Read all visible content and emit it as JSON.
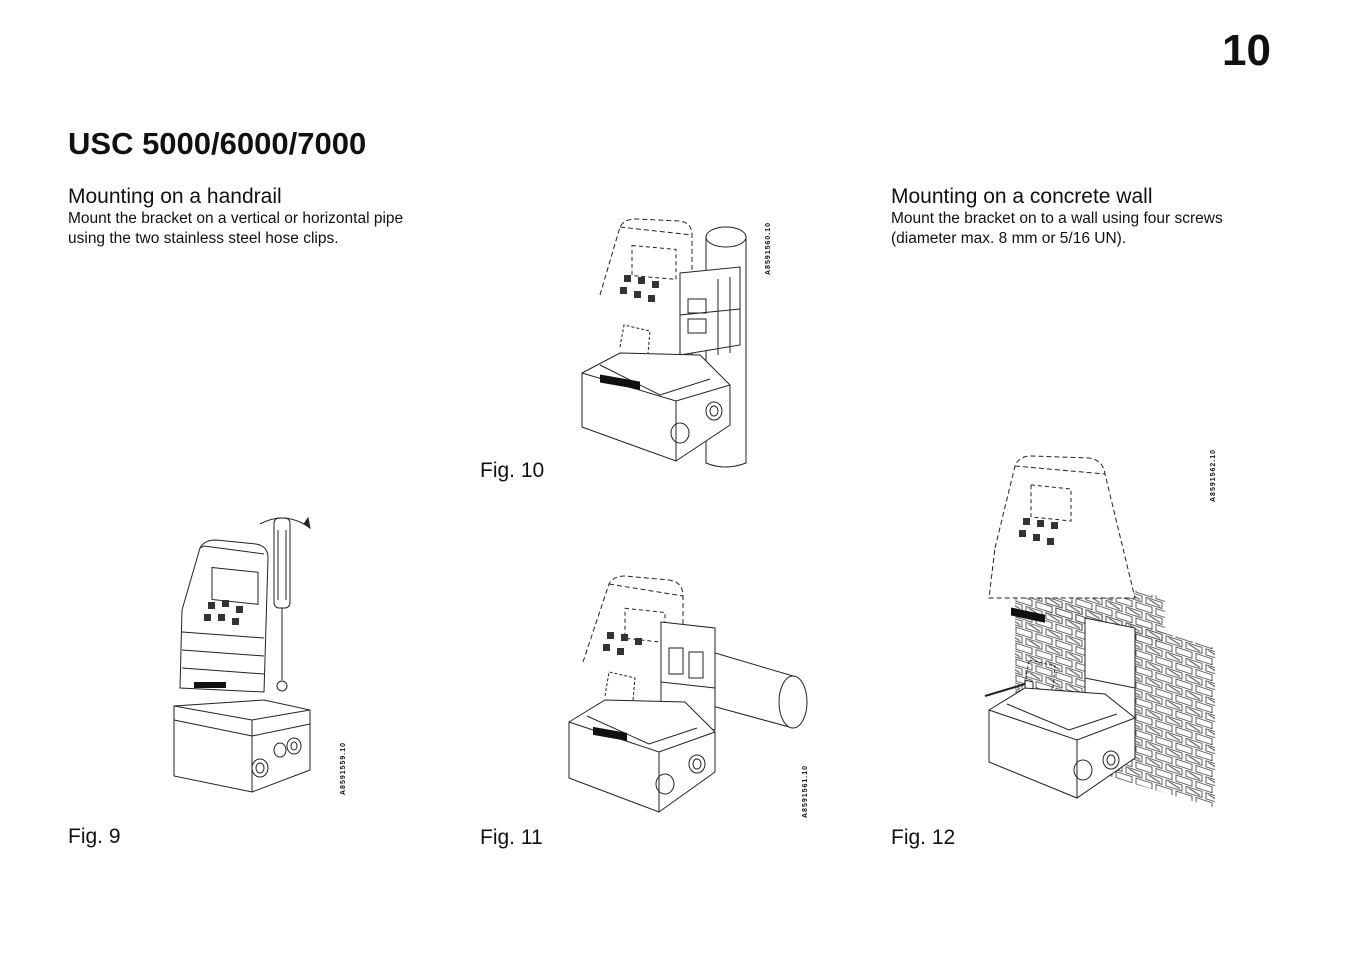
{
  "page": {
    "number": "10",
    "title": "USC 5000/6000/7000"
  },
  "sections": {
    "handrail": {
      "heading": "Mounting on a handrail",
      "text_line1": "Mount the bracket on a vertical or horizontal pipe",
      "text_line2": "using the two stainless steel hose clips."
    },
    "wall": {
      "heading": "Mounting on a concrete wall",
      "text_line1": "Mount the bracket on to a wall using four screws",
      "text_line2": "(diameter max. 8 mm or 5/16 UN)."
    }
  },
  "figures": {
    "fig9": {
      "label": "Fig. 9",
      "code": "A8591559.10"
    },
    "fig10": {
      "label": "Fig. 10",
      "code": "A8591560.10"
    },
    "fig11": {
      "label": "Fig. 11",
      "code": "A8591561.10"
    },
    "fig12": {
      "label": "Fig. 12",
      "code": "A8591562.10"
    }
  }
}
